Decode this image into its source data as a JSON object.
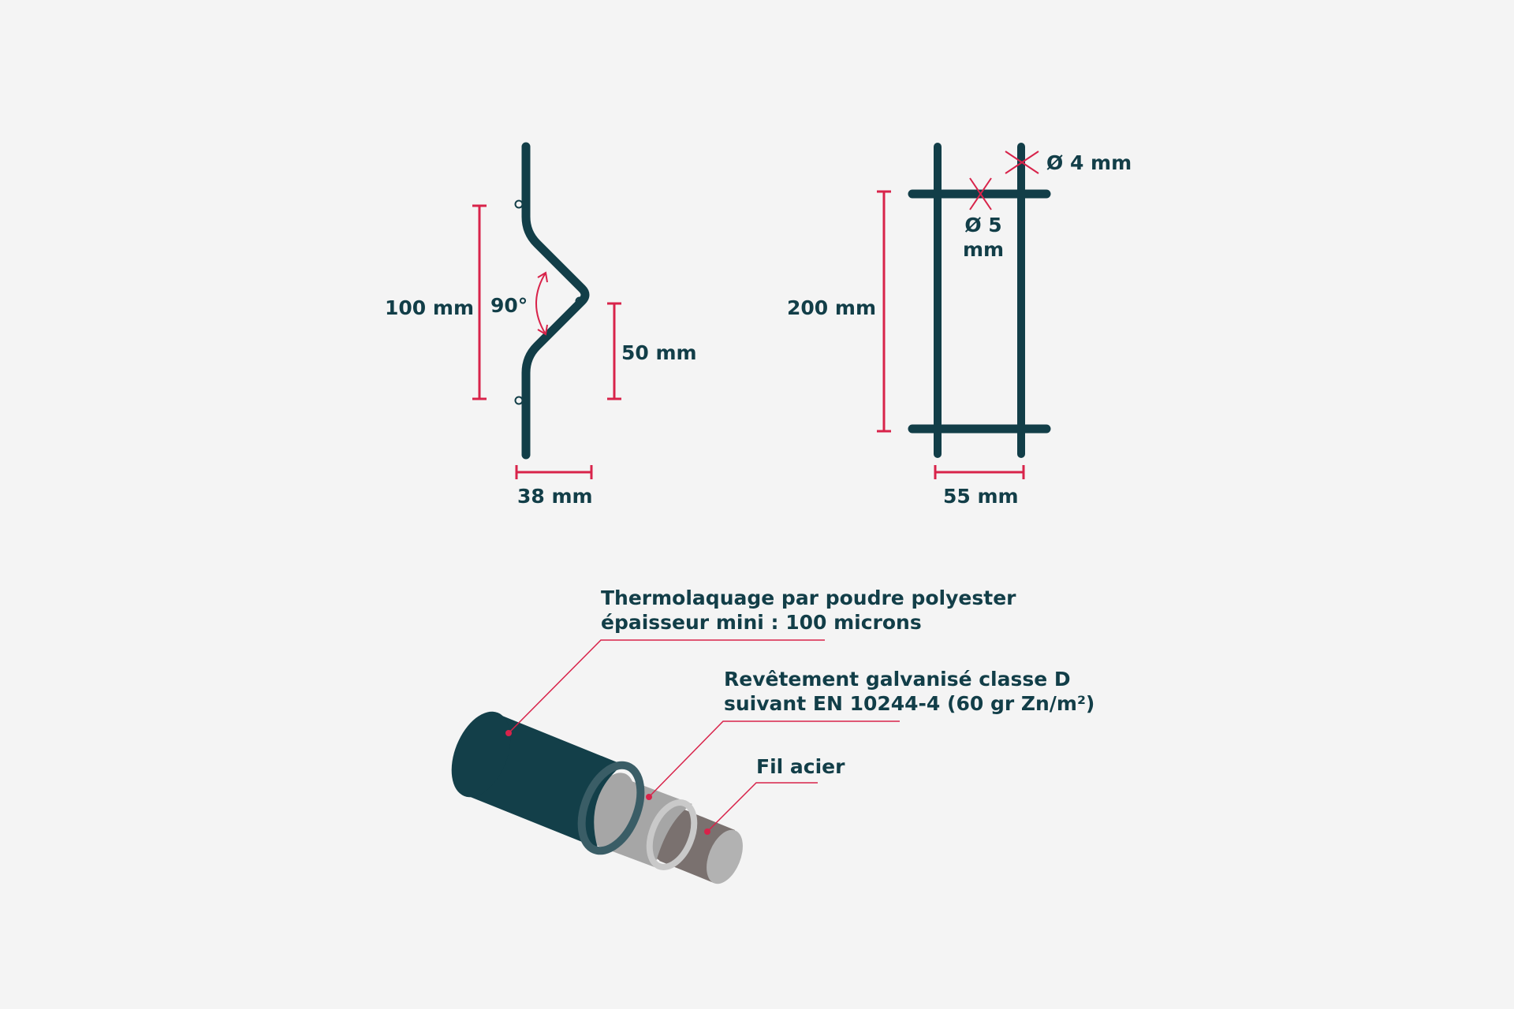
{
  "bend_profile": {
    "height_label": "100 mm",
    "angle_label": "90°",
    "depth_label": "50 mm",
    "width_label": "38 mm"
  },
  "panel_section": {
    "height_label": "200 mm",
    "width_label": "55 mm",
    "vertical_wire_label": "Ø 4 mm",
    "horizontal_wire_label_line1": "Ø 5",
    "horizontal_wire_label_line2": "mm"
  },
  "wire_layers": {
    "coating_line1": "Thermolaquage par poudre polyester",
    "coating_line2": "épaisseur mini : 100 microns",
    "galvanized_line1": "Revêtement galvanisé classe D",
    "galvanized_line2": "suivant EN 10244-4 (60 gr Zn/m²)",
    "core": "Fil acier"
  },
  "colors": {
    "wire": "#123e48",
    "dimension": "#d8234a",
    "coating": "#133f49",
    "galvanized": "#a6a6a6",
    "steel": "#7a716f",
    "background": "#f4f4f4"
  }
}
